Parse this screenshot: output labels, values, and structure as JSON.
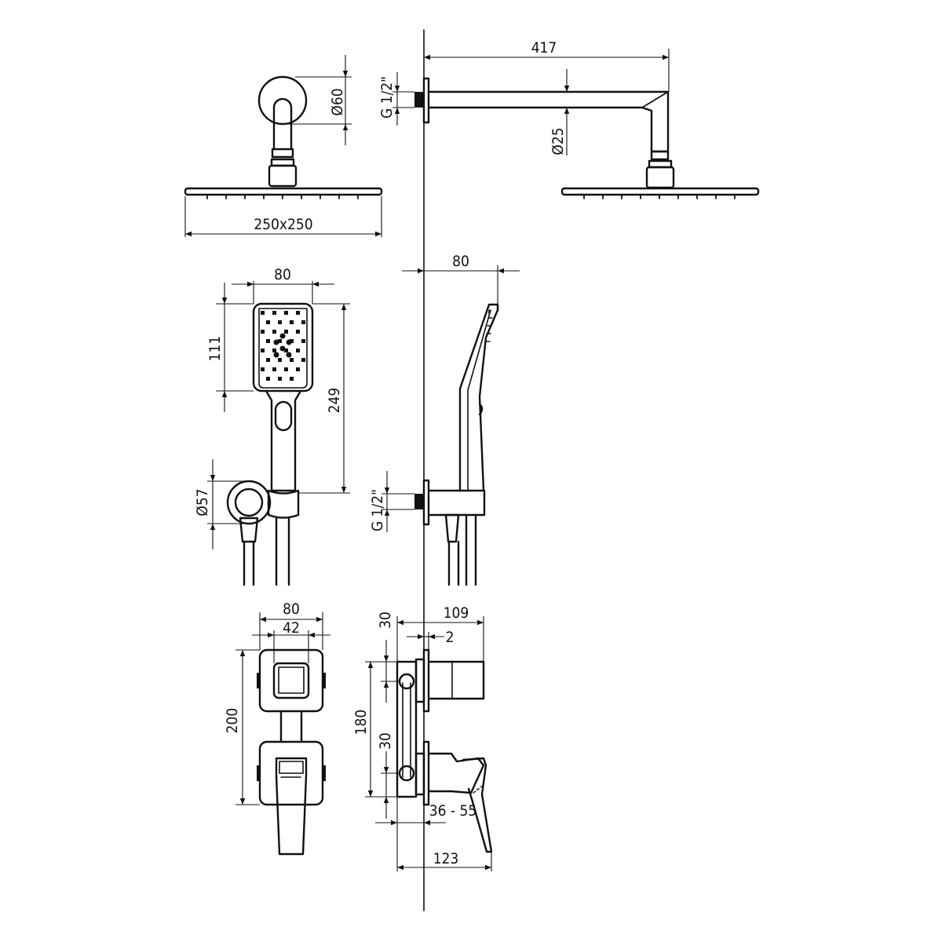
{
  "dimensions": {
    "head_arm_length": "417",
    "arm_diameter": "Ø25",
    "thread_top": "G 1/2\"",
    "wall_flange_diameter": "Ø60",
    "head_size": "250x250",
    "hand_width": "80",
    "hand_depth": "80",
    "hand_head_height": "111",
    "hand_total_height": "249",
    "holder_diameter": "Ø57",
    "thread_hand": "G 1/2\"",
    "valve_width": "80",
    "handle_width": "42",
    "valve_height": "200",
    "valve_depth": "109",
    "cover_offset": "2",
    "outlet_offset_top": "30",
    "outlet_spacing": "180",
    "outlet_offset_bottom": "30",
    "mount_depth_range": "36 - 55",
    "lever_projection": "123"
  }
}
